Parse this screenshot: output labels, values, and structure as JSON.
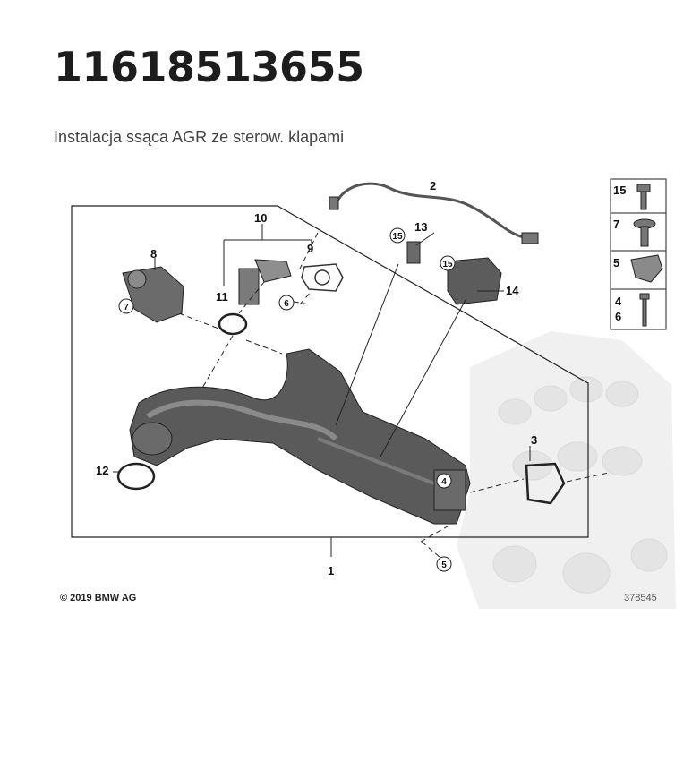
{
  "header": {
    "part_number": "11618513655",
    "subtitle": "Instalacja ssąca AGR ze sterow. klapami"
  },
  "callouts": [
    "1",
    "2",
    "3",
    "4",
    "5",
    "6",
    "7",
    "8",
    "9",
    "10",
    "11",
    "12",
    "13",
    "14",
    "15"
  ],
  "legend_labels": [
    "15",
    "7",
    "5",
    "4",
    "6"
  ],
  "footer": {
    "copyright": "© 2019 BMW AG",
    "diagram_id": "378545"
  },
  "colors": {
    "text": "#1d1d1d",
    "line": "#111111",
    "part_dark": "#4a4a4a",
    "engine_ghost": "#dcdcdc"
  }
}
